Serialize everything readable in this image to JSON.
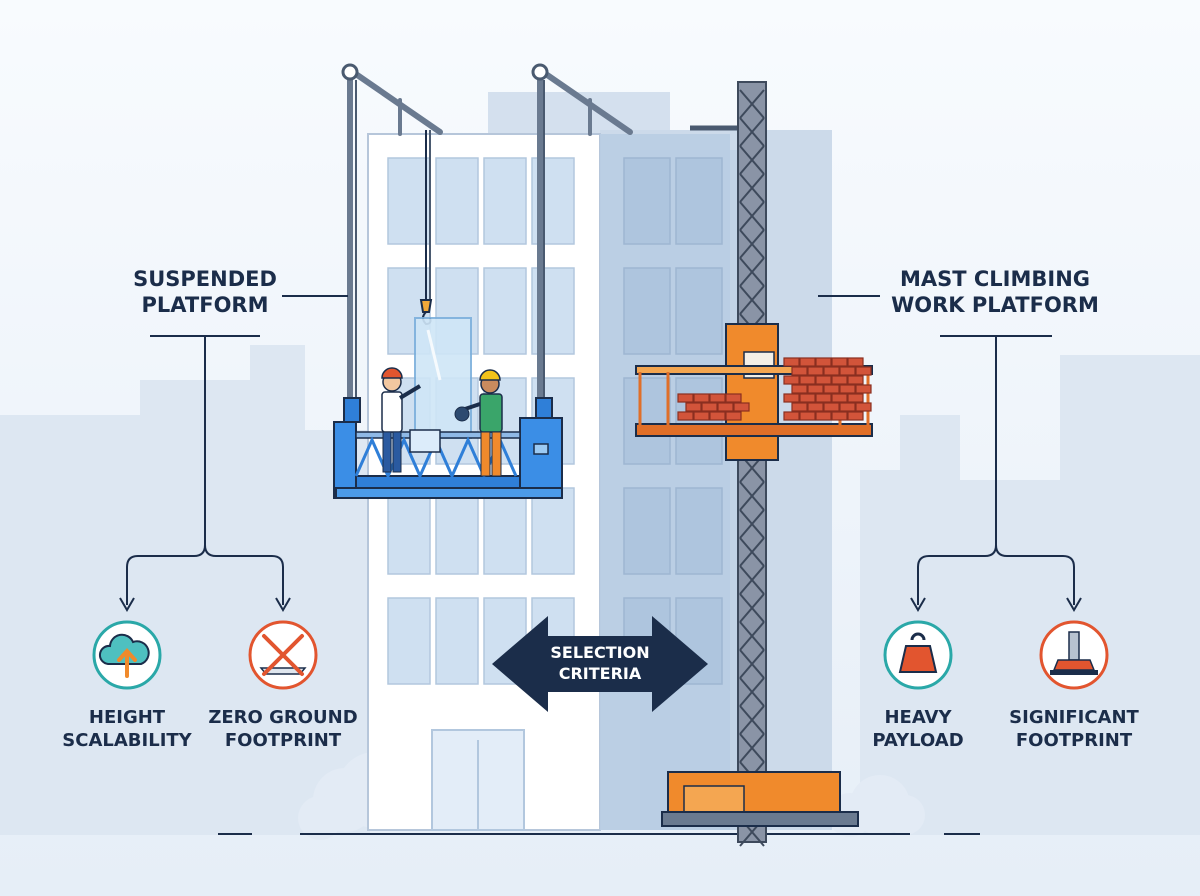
{
  "left_platform": {
    "title_line1": "SUSPENDED",
    "title_line2": "PLATFORM",
    "features": [
      {
        "line1": "HEIGHT",
        "line2": "SCALABILITY",
        "icon": "cloud-upload-icon"
      },
      {
        "line1": "ZERO GROUND",
        "line2": "FOOTPRINT",
        "icon": "crossed-out-base-icon"
      }
    ]
  },
  "right_platform": {
    "title_line1": "MAST CLIMBING",
    "title_line2": "WORK PLATFORM",
    "features": [
      {
        "line1": "HEAVY",
        "line2": "PAYLOAD",
        "icon": "weight-icon"
      },
      {
        "line1": "SIGNIFICANT",
        "line2": "FOOTPRINT",
        "icon": "mast-base-icon"
      }
    ]
  },
  "center_arrow": {
    "line1": "SELECTION",
    "line2": "CRITERIA"
  },
  "colors": {
    "navy": "#1b2d4a",
    "suspended_blue": "#2f7fd8",
    "mast_orange": "#f08a2c",
    "teal": "#2aa8a8",
    "red_orange": "#e2552f",
    "background": "#f4f8fc"
  }
}
